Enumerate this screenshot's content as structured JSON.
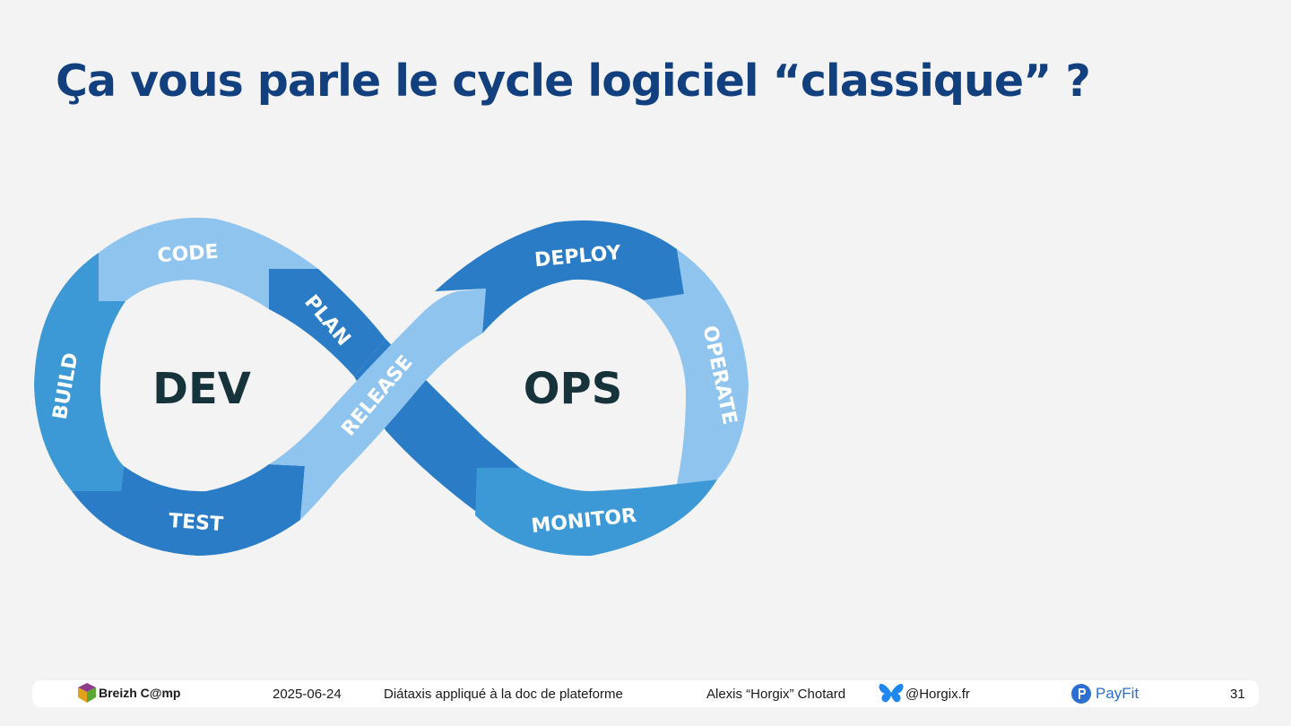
{
  "slide": {
    "title": "Ça vous parle le cycle logiciel “classique” ?"
  },
  "diagram": {
    "left_label": "DEV",
    "right_label": "OPS",
    "stages": [
      "CODE",
      "PLAN",
      "BUILD",
      "TEST",
      "RELEASE",
      "DEPLOY",
      "OPERATE",
      "MONITOR"
    ],
    "colors": {
      "light": "#8fc4ee",
      "mid": "#3d99d6",
      "dark": "#2a7cc6",
      "center_text": "#16323a"
    }
  },
  "footer": {
    "event": "Breizh C@mp",
    "date": "2025-06-24",
    "talk_title": "Diátaxis appliqué à la doc de plateforme",
    "speaker": "Alexis “Horgix” Chotard",
    "social_icon": "butterfly-icon",
    "handle": "@Horgix.fr",
    "company": "PayFit",
    "page_number": "31"
  }
}
